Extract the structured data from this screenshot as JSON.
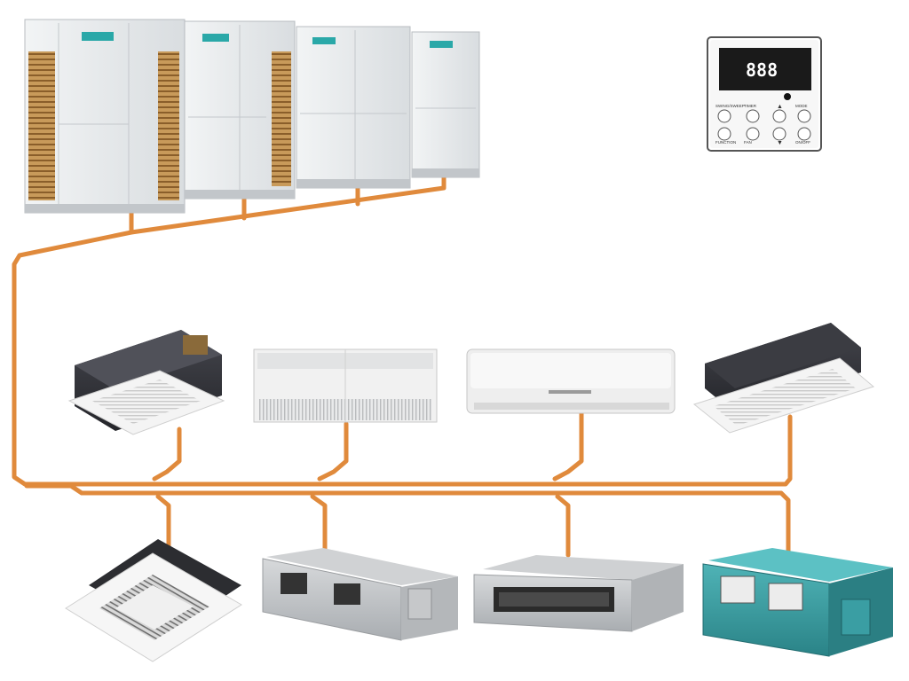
{
  "outdoor_units": {
    "count": 4,
    "badge_color": "#2aa8a8",
    "body_color": "#e6e9ec"
  },
  "pipe_color": "#e08a3c",
  "controller": {
    "display_digits": "888",
    "buttons_top": [
      "SWING/SWEEP",
      "TIMER",
      "",
      "MODE"
    ],
    "buttons_bottom": [
      "FUNCTION",
      "FAN",
      "",
      "ON/OFF"
    ]
  },
  "indoor_units_row1": [
    {
      "type": "compact-cassette"
    },
    {
      "type": "ceiling-floor"
    },
    {
      "type": "wall-mounted"
    },
    {
      "type": "one-way-cassette"
    }
  ],
  "indoor_units_row2": [
    {
      "type": "four-way-cassette"
    },
    {
      "type": "duct-unit"
    },
    {
      "type": "slim-duct"
    },
    {
      "type": "high-static-duct",
      "color": "#3a9ea3"
    }
  ]
}
